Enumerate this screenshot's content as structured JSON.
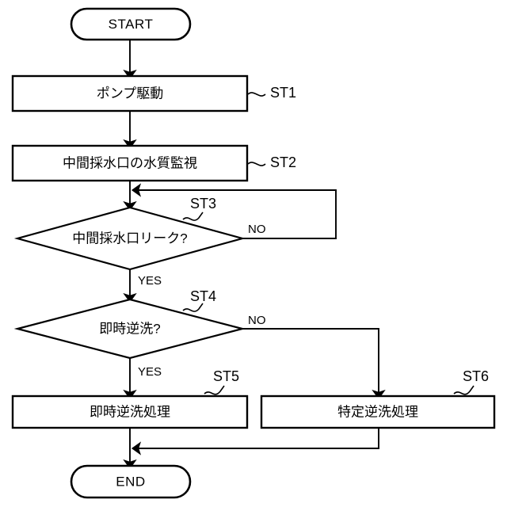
{
  "diagram": {
    "title": "",
    "type": "flowchart",
    "background_color": "#ffffff",
    "line_color": "#000000",
    "nodes": [
      {
        "id": "start",
        "kind": "terminal",
        "label": "START"
      },
      {
        "id": "st1",
        "kind": "process",
        "label": "ポンプ駆動",
        "step": "ST1"
      },
      {
        "id": "st2",
        "kind": "process",
        "label": "中間採水口の水質監視",
        "step": "ST2"
      },
      {
        "id": "st3",
        "kind": "decision",
        "label": "中間採水口リーク?",
        "step": "ST3"
      },
      {
        "id": "st4",
        "kind": "decision",
        "label": "即時逆洗?",
        "step": "ST4"
      },
      {
        "id": "st5",
        "kind": "process",
        "label": "即時逆洗処理",
        "step": "ST5"
      },
      {
        "id": "st6",
        "kind": "process",
        "label": "特定逆洗処理",
        "step": "ST6"
      },
      {
        "id": "end",
        "kind": "terminal",
        "label": "END"
      }
    ],
    "branch_labels": {
      "st3_no": "NO",
      "st3_yes": "YES",
      "st4_no": "NO",
      "st4_yes": "YES"
    }
  }
}
